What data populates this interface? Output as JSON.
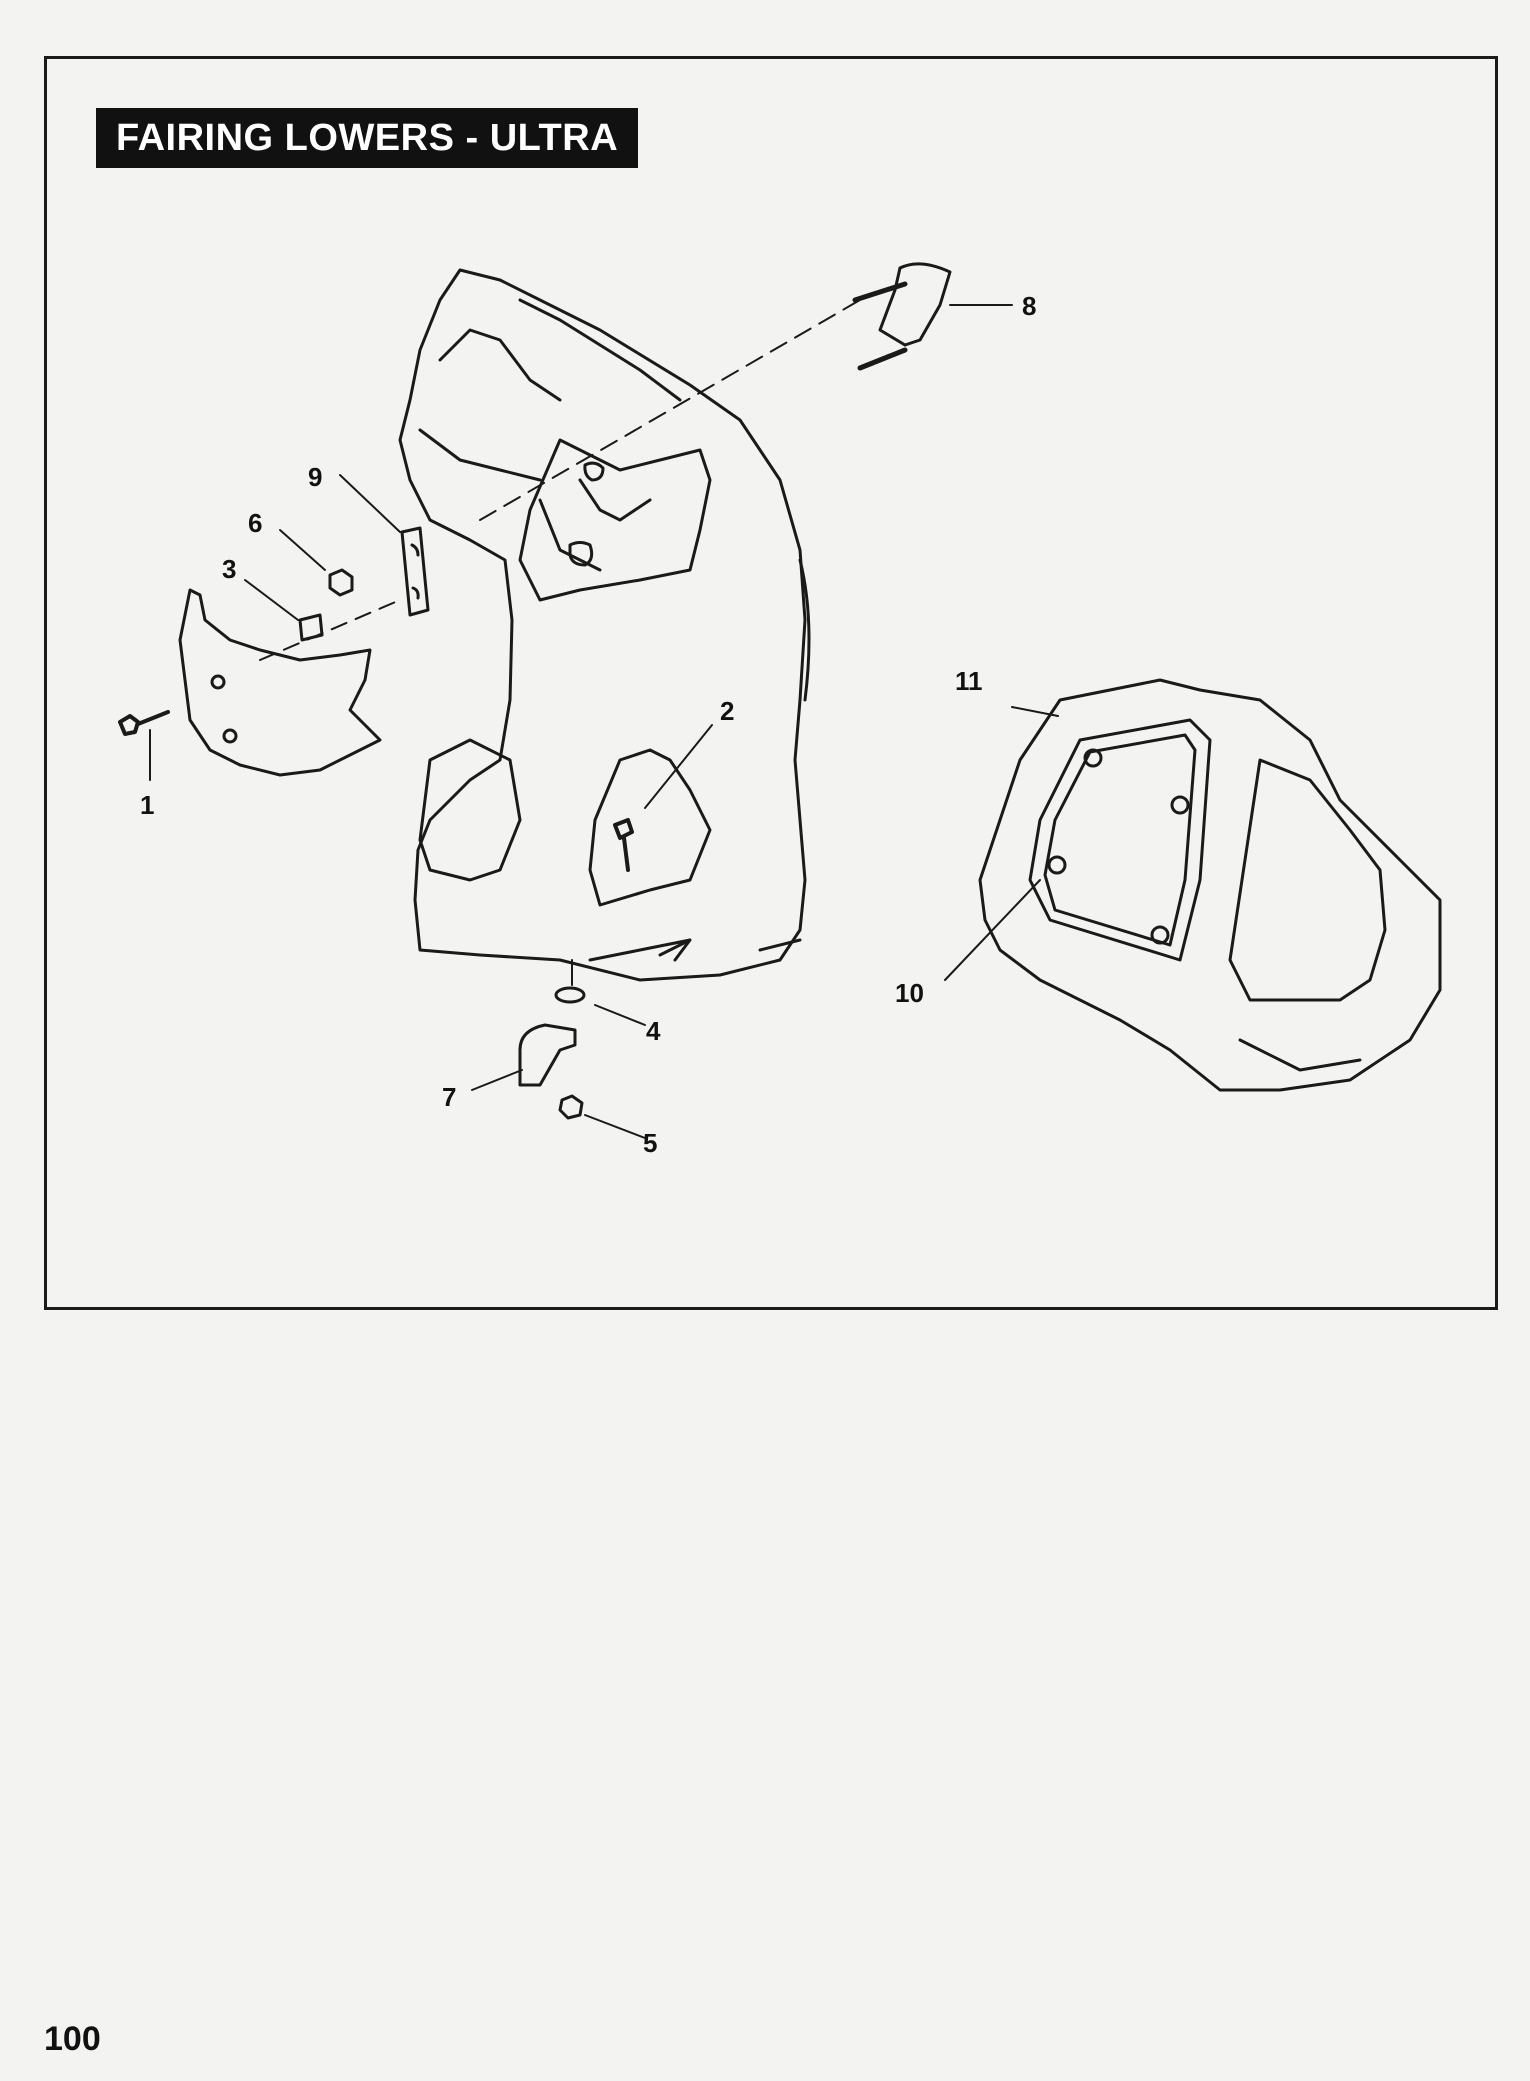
{
  "title": "FAIRING LOWERS - ULTRA",
  "callouts": {
    "c1": "1",
    "c2": "2",
    "c3": "3",
    "c4": "4",
    "c5": "5",
    "c6": "6",
    "c7": "7",
    "c8": "8",
    "c9": "9",
    "c10": "10",
    "c11": "11"
  },
  "page_number": "100"
}
